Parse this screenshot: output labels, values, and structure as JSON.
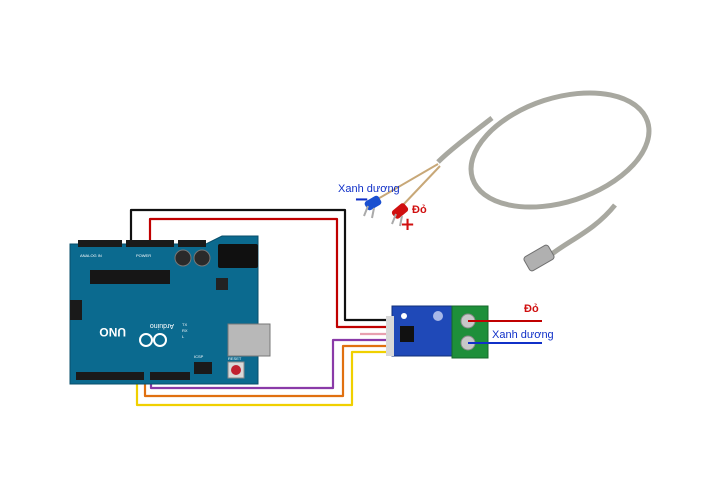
{
  "labels": {
    "probe_blue": "Xanh dương",
    "probe_red": "Đỏ",
    "terminal_red": "Đỏ",
    "terminal_blue": "Xanh dương",
    "minus_sign": "−",
    "plus_sign": "+"
  },
  "board": {
    "uno_text": "UNO",
    "brand_text": "Arduino",
    "reset_text": "RESET",
    "icsp_text": "ICSP",
    "power_text": "POWER",
    "analog_text": "ANALOG IN",
    "tx_text": "TX",
    "rx_text": "RX",
    "l_text": "L"
  },
  "colors": {
    "board": "#0b6a8f",
    "module": "#1f49b8",
    "terminal": "#1e8f3a",
    "wire_black": "#111111",
    "wire_red": "#c00000",
    "wire_pink": "#e8a0b0",
    "wire_purple": "#8a3aa8",
    "wire_orange": "#e07010",
    "wire_yellow": "#f0d000",
    "probe_metal": "#a8a8a0"
  }
}
